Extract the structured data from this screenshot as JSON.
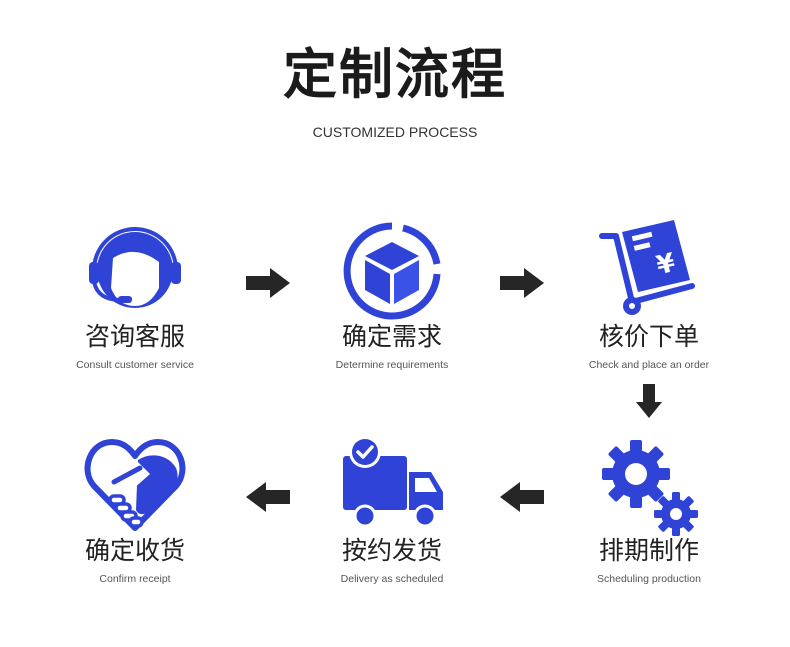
{
  "header": {
    "title": "定制流程",
    "subtitle": "CUSTOMIZED PROCESS"
  },
  "colors": {
    "accent": "#2f44d6",
    "accent_light": "#4b5ee8",
    "arrow": "#262626"
  },
  "steps": [
    {
      "icon": "customer-service-icon",
      "cn": "咨询客服",
      "en": "Consult customer service"
    },
    {
      "icon": "box-icon",
      "cn": "确定需求",
      "en": "Determine requirements"
    },
    {
      "icon": "order-cart-icon",
      "cn": "核价下单",
      "en": "Check and place an order"
    },
    {
      "icon": "gears-icon",
      "cn": "排期制作",
      "en": "Scheduling production"
    },
    {
      "icon": "delivery-truck-icon",
      "cn": "按约发货",
      "en": "Delivery as scheduled"
    },
    {
      "icon": "handshake-heart-icon",
      "cn": "确定收货",
      "en": "Confirm receipt"
    }
  ]
}
